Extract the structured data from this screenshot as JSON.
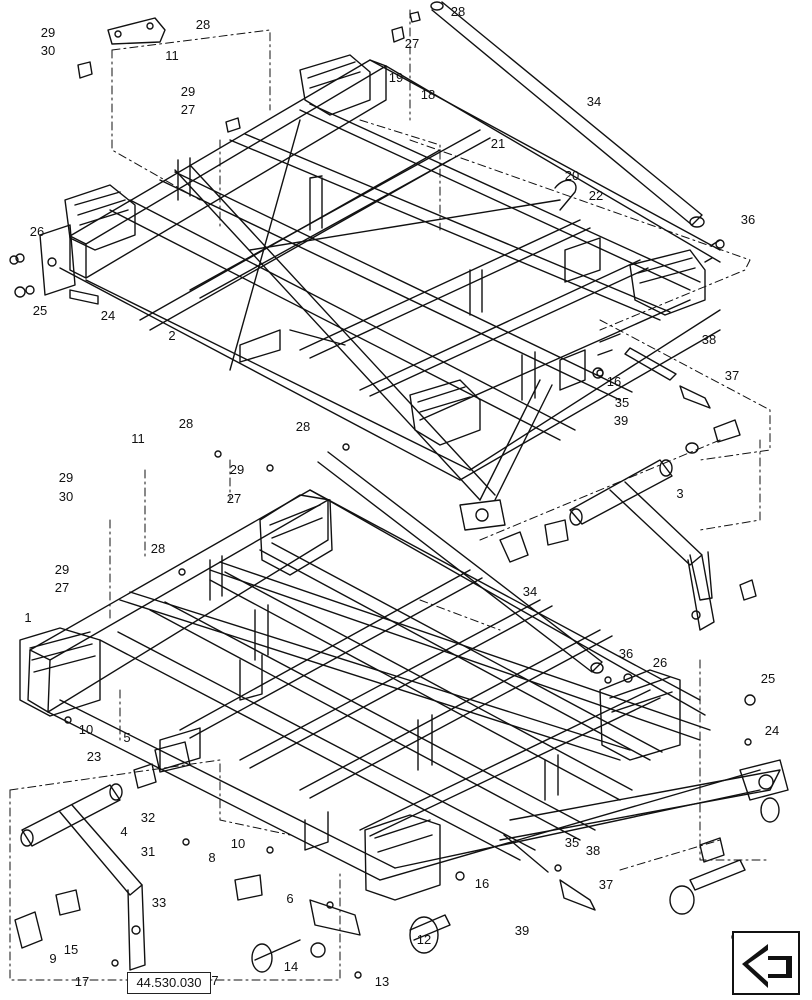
{
  "diagram": {
    "reference_label": "44.530.030",
    "callouts": [
      {
        "id": "c28a",
        "label": "28"
      },
      {
        "id": "c29a",
        "label": "29"
      },
      {
        "id": "c30a",
        "label": "30"
      },
      {
        "id": "c11a",
        "label": "11"
      },
      {
        "id": "c28b",
        "label": "28"
      },
      {
        "id": "c27a",
        "label": "27"
      },
      {
        "id": "c29b",
        "label": "29"
      },
      {
        "id": "c27b",
        "label": "27"
      },
      {
        "id": "c19",
        "label": "19"
      },
      {
        "id": "c18",
        "label": "18"
      },
      {
        "id": "c34a",
        "label": "34"
      },
      {
        "id": "c21",
        "label": "21"
      },
      {
        "id": "c20",
        "label": "20"
      },
      {
        "id": "c22",
        "label": "22"
      },
      {
        "id": "c36a",
        "label": "36"
      },
      {
        "id": "c26a",
        "label": "26"
      },
      {
        "id": "c25a",
        "label": "25"
      },
      {
        "id": "c24a",
        "label": "24"
      },
      {
        "id": "c2",
        "label": "2"
      },
      {
        "id": "c38a",
        "label": "38"
      },
      {
        "id": "c37a",
        "label": "37"
      },
      {
        "id": "c16a",
        "label": "16"
      },
      {
        "id": "c35a",
        "label": "35"
      },
      {
        "id": "c39a",
        "label": "39"
      },
      {
        "id": "c11b",
        "label": "11"
      },
      {
        "id": "c28c",
        "label": "28"
      },
      {
        "id": "c28d",
        "label": "28"
      },
      {
        "id": "c29c",
        "label": "29"
      },
      {
        "id": "c27c",
        "label": "27"
      },
      {
        "id": "c29d",
        "label": "29"
      },
      {
        "id": "c30b",
        "label": "30"
      },
      {
        "id": "c3",
        "label": "3"
      },
      {
        "id": "c28e",
        "label": "28"
      },
      {
        "id": "c29e",
        "label": "29"
      },
      {
        "id": "c27d",
        "label": "27"
      },
      {
        "id": "c34b",
        "label": "34"
      },
      {
        "id": "c1",
        "label": "1"
      },
      {
        "id": "c36b",
        "label": "36"
      },
      {
        "id": "c26b",
        "label": "26"
      },
      {
        "id": "c25b",
        "label": "25"
      },
      {
        "id": "c10a",
        "label": "10"
      },
      {
        "id": "c5",
        "label": "5"
      },
      {
        "id": "c24b",
        "label": "24"
      },
      {
        "id": "c23",
        "label": "23"
      },
      {
        "id": "c4",
        "label": "4"
      },
      {
        "id": "c32",
        "label": "32"
      },
      {
        "id": "c31",
        "label": "31"
      },
      {
        "id": "c10b",
        "label": "10"
      },
      {
        "id": "c8",
        "label": "8"
      },
      {
        "id": "c35b",
        "label": "35"
      },
      {
        "id": "c38b",
        "label": "38"
      },
      {
        "id": "c33",
        "label": "33"
      },
      {
        "id": "c16b",
        "label": "16"
      },
      {
        "id": "c37b",
        "label": "37"
      },
      {
        "id": "c6",
        "label": "6"
      },
      {
        "id": "c15",
        "label": "15"
      },
      {
        "id": "c12",
        "label": "12"
      },
      {
        "id": "c39b",
        "label": "39"
      },
      {
        "id": "c9",
        "label": "9"
      },
      {
        "id": "c14",
        "label": "14"
      },
      {
        "id": "c17",
        "label": "17"
      },
      {
        "id": "c7",
        "label": "7"
      },
      {
        "id": "c13",
        "label": "13"
      }
    ]
  }
}
